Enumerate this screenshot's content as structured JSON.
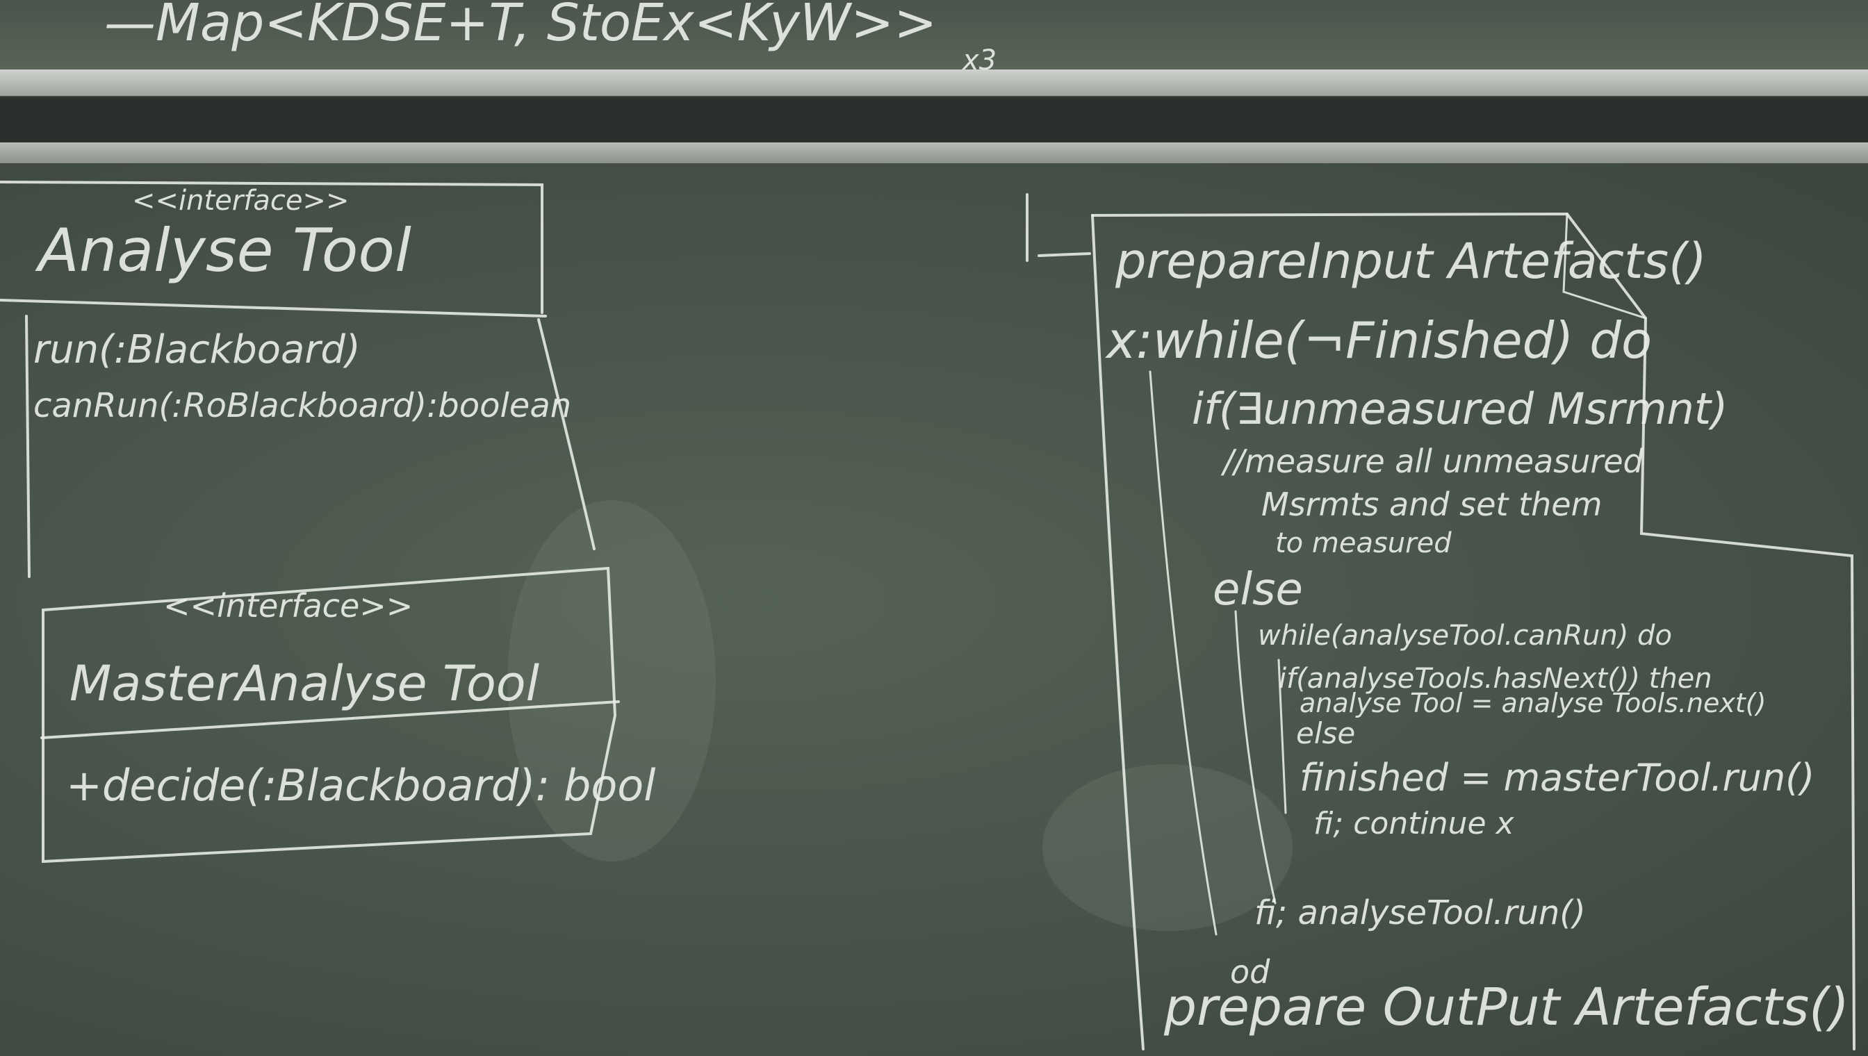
{
  "board_top": {
    "formula": "—Map<KDSE+T, StoEx<KyW>>",
    "note": "x3"
  },
  "analyse_tool": {
    "stereotype": "<<interface>>",
    "name": "Analyse Tool",
    "methods": [
      "run(:Blackboard)",
      "canRun(:RoBlackboard):boolean"
    ]
  },
  "master_tool": {
    "stereotype": "<<interface>>",
    "name": "MasterAnalyse Tool",
    "methods": [
      "+decide(:Blackboard): bool"
    ]
  },
  "note": {
    "lines": [
      "prepareInput Artefacts()",
      "x:while(¬Finished) do",
      "if(∃unmeasured Msrmnt)",
      "//measure all unmeasured",
      "Msrmts and set them",
      "to measured",
      "else",
      "while(analyseTool.canRun) do",
      "if(analyseTools.hasNext()) then",
      "analyse Tool = analyse Tools.next()",
      "else",
      "finished = masterTool.run()",
      "fi; continue x",
      "fi; analyseTool.run()",
      "od",
      "prepare OutPut Artefacts()"
    ]
  }
}
